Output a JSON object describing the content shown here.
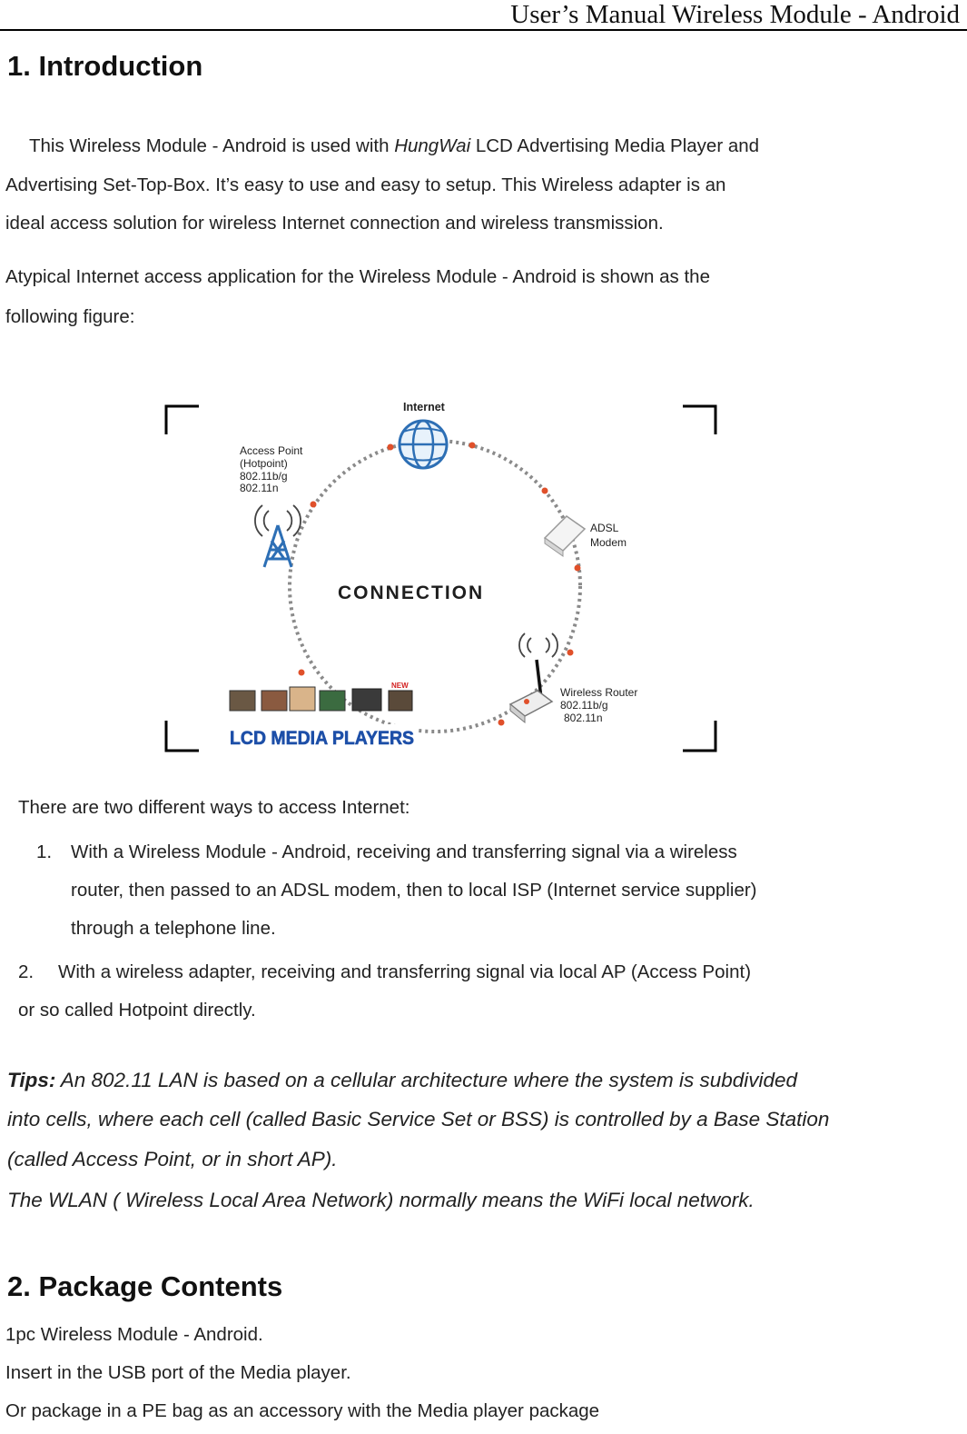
{
  "header": {
    "title": "User’s Manual Wireless Module - Android"
  },
  "intro": {
    "heading": "1. Introduction",
    "para1_pre": "This Wireless Module - Android is used with ",
    "para1_brand": "HungWai",
    "para1_post": " LCD Advertising Media Player and",
    "para1_line2": "Advertising Set-Top-Box. It’s easy to use and easy to setup. This Wireless adapter is an",
    "para1_line3": "ideal access solution for wireless Internet connection and wireless transmission.",
    "para2_line1": "Atypical Internet access application for the Wireless Module - Android is shown as the",
    "para2_line2": "following figure:"
  },
  "figure": {
    "internet": "Internet",
    "ap_line1": "Access Point",
    "ap_line2": "(Hotpoint)",
    "ap_line3": "802.11b/g",
    "ap_line4": "802.11n",
    "modem_line1": "ADSL",
    "modem_line2": "Modem",
    "center": "CONNECTION",
    "router_line1": "Wireless Router",
    "router_line2": "802.11b/g",
    "router_line3": "802.11n",
    "banner": "LCD MEDIA PLAYERS",
    "new_badge": "NEW",
    "colors": {
      "circle": "#8a8a8a",
      "arrow": "#e0502a",
      "icon_blue": "#2d6fb5",
      "banner_blue": "#1d4fa8",
      "connection": "#1e1e1e"
    }
  },
  "ways": {
    "intro": "There are two different ways to access Internet:",
    "item1_num": "1.",
    "item1_line1": "With a Wireless Module - Android, receiving and transferring signal via a wireless",
    "item1_line2": "router, then passed to an ADSL modem, then to local ISP (Internet service supplier)",
    "item1_line3": "through a telephone line.",
    "item2_num": "2.",
    "item2_line1": "With a wireless adapter, receiving and transferring signal via local AP (Access Point)",
    "item2_line2": "or so called Hotpoint directly."
  },
  "tips": {
    "label": "Tips:",
    "line1": " An 802.11 LAN is based on a cellular architecture where the system is subdivided",
    "line2": "into cells, where each cell (called Basic Service Set or BSS) is controlled by a Base Station",
    "line3": "(called Access Point, or in short AP).",
    "line4": "The WLAN ( Wireless Local Area Network) normally means the WiFi local network."
  },
  "package": {
    "heading": "2. Package Contents",
    "line1": "1pc Wireless Module - Android.",
    "line2": "Insert in the USB port of the Media player.",
    "line3": "Or package in a PE bag as an accessory with the Media player package"
  }
}
